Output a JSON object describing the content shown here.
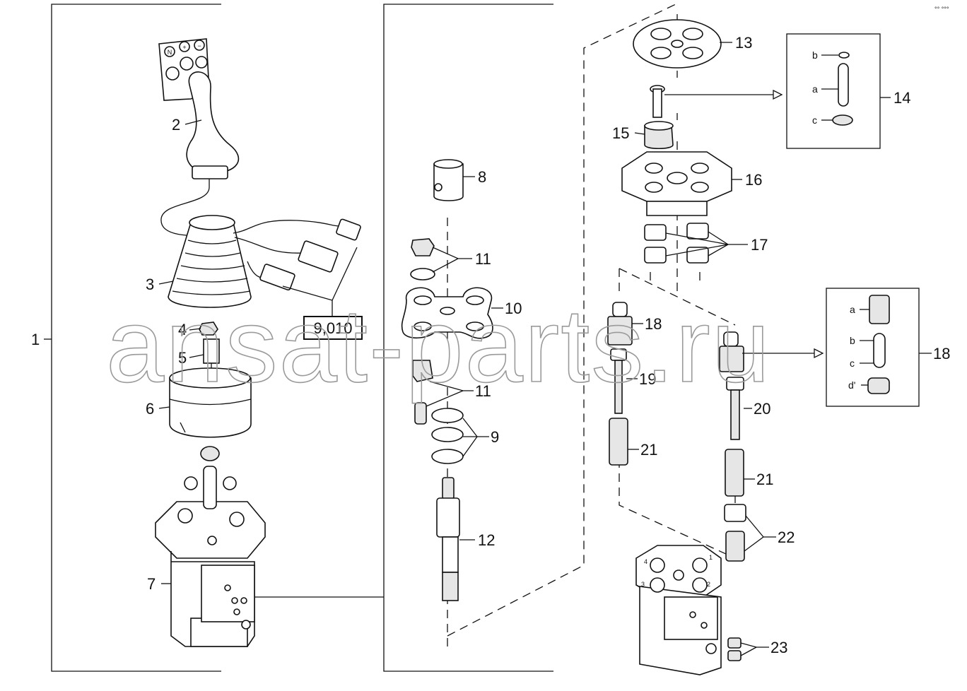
{
  "diagram": {
    "callouts": {
      "c1": "1",
      "c2": "2",
      "c3": "3",
      "c4": "4",
      "c5": "5",
      "c6": "6",
      "c7": "7",
      "c8": "8",
      "c9": "9",
      "c10": "10",
      "c11a": "11",
      "c11b": "11",
      "c12": "12",
      "c13": "13",
      "c14": "14",
      "c15": "15",
      "c16": "16",
      "c17": "17",
      "c18a": "18",
      "c18b": "18",
      "c19": "19",
      "c20": "20",
      "c21a": "21",
      "c21b": "21",
      "c22": "22",
      "c23": "23"
    },
    "reference_box": "9,010",
    "inset_14": {
      "b": "b",
      "a": "a",
      "c": "c"
    },
    "inset_18": {
      "a": "a",
      "b": "b",
      "c": "c",
      "d": "d'"
    },
    "joystick_buttons": {
      "n": "N",
      "plus": "+",
      "minus": "−"
    },
    "port_numbers": {
      "p1": "1",
      "p2": "2",
      "p3": "3",
      "p4": "4"
    },
    "watermark": "ansat-parts.ru",
    "corner_mark": "°° °°°"
  }
}
